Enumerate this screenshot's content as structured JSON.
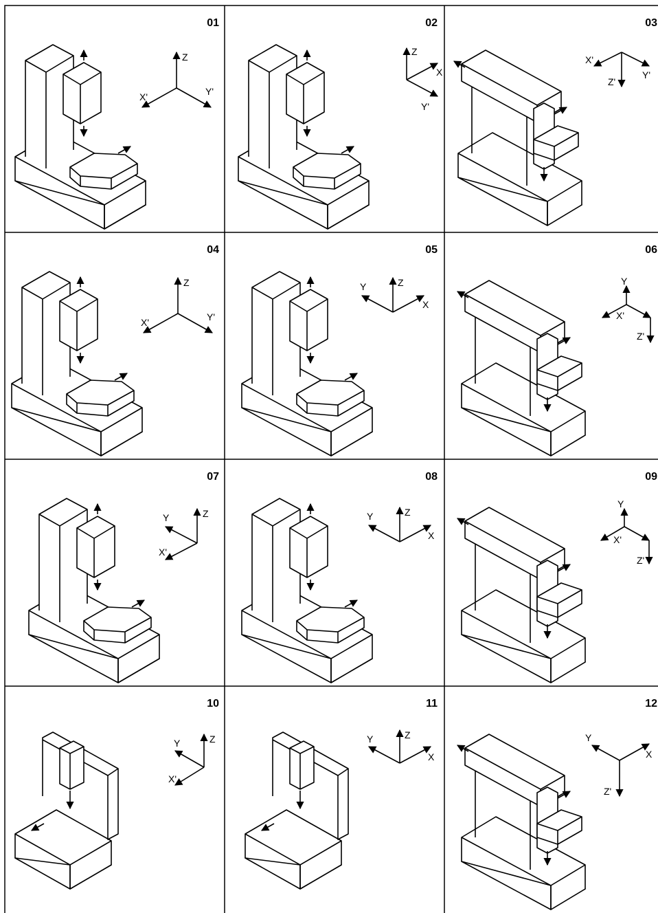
{
  "cells": [
    {
      "number": "01",
      "axes": [
        "Z",
        "X'",
        "Y'"
      ]
    },
    {
      "number": "02",
      "axes": [
        "Z",
        "X",
        "Y'"
      ]
    },
    {
      "number": "03",
      "axes": [
        "X'",
        "Y'",
        "Z'"
      ]
    },
    {
      "number": "04",
      "axes": [
        "Z",
        "X'",
        "Y'"
      ]
    },
    {
      "number": "05",
      "axes": [
        "Y",
        "Z",
        "X"
      ]
    },
    {
      "number": "06",
      "axes": [
        "Y",
        "X'",
        "Z'"
      ]
    },
    {
      "number": "07",
      "axes": [
        "Y",
        "Z",
        "X'"
      ]
    },
    {
      "number": "08",
      "axes": [
        "Y",
        "Z",
        "X"
      ]
    },
    {
      "number": "09",
      "axes": [
        "Y",
        "X'",
        "Z'"
      ]
    },
    {
      "number": "10",
      "axes": [
        "Y",
        "Z",
        "X'"
      ]
    },
    {
      "number": "11",
      "axes": [
        "Y",
        "Z",
        "X"
      ]
    },
    {
      "number": "12",
      "axes": [
        "Y",
        "X",
        "Z'"
      ]
    }
  ]
}
